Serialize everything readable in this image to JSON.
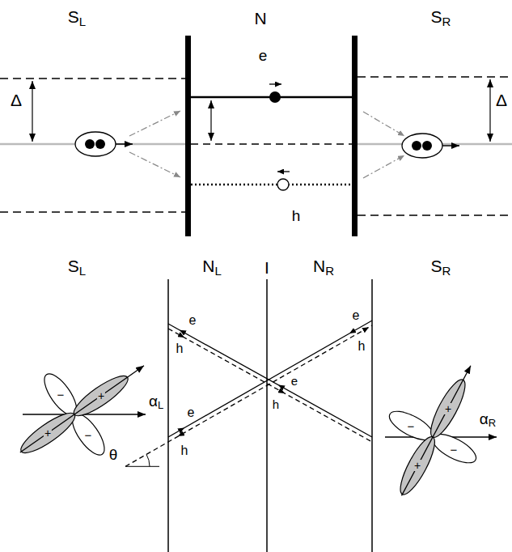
{
  "diagram": {
    "labels": [
      "SL",
      "N",
      "SR",
      "Δ",
      "e",
      "Δ",
      "h",
      "SL",
      "NL",
      "I",
      "NR",
      "SR",
      "e",
      "h",
      "e",
      "h",
      "−",
      "+",
      "−",
      "+",
      "αL",
      "e",
      "h",
      "e",
      "h",
      "θ",
      "−",
      "+",
      "−",
      "+",
      "αR"
    ]
  }
}
